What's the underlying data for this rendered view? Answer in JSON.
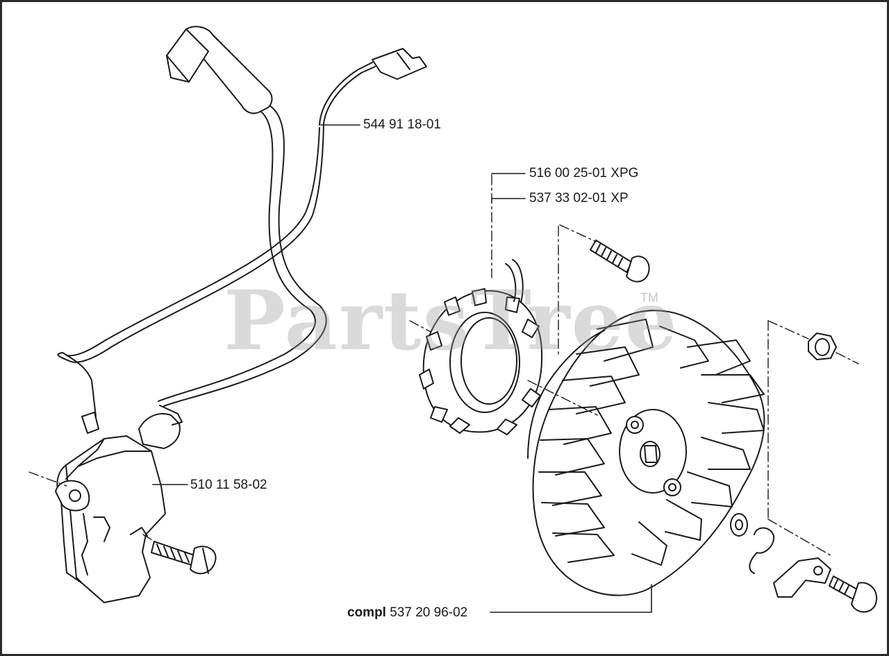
{
  "watermark": {
    "text": "PartsTree",
    "trademark": "TM"
  },
  "labels": {
    "part_1": "544 91 18-01",
    "part_2": "516 00 25-01 XPG",
    "part_3": "537 33 02-01 XP",
    "part_4": "510 11 58-02",
    "part_5_prefix": "compl",
    "part_5": "537 20 96-02"
  },
  "icons": {
    "spark_boot": "spark-plug-boot-icon",
    "wire": "ignition-wire-icon",
    "connector": "spade-connector-icon",
    "coil": "ignition-coil-icon",
    "screw": "screw-icon",
    "ring": "ring-gear-icon",
    "flywheel": "flywheel-icon",
    "nut": "nut-icon",
    "pawl": "starter-pawl-icon",
    "spring": "spring-icon",
    "washer": "washer-icon"
  },
  "colors": {
    "line": "#1a1a1a",
    "watermark": "#969696"
  }
}
